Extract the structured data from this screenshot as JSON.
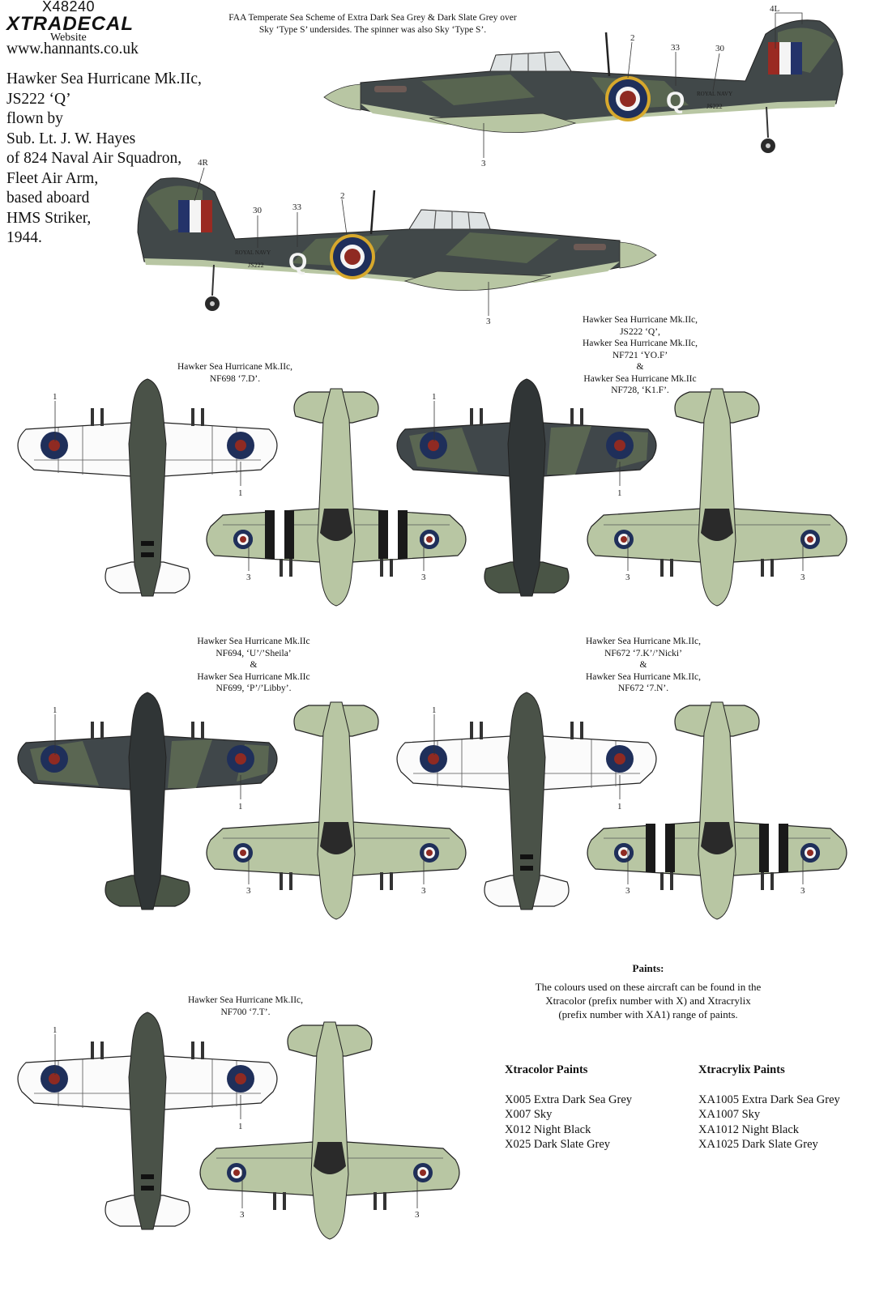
{
  "logo": {
    "kit_number": "X48240",
    "brand": "XTRADECAL",
    "website_label": "Website",
    "url": "www.hannants.co.uk"
  },
  "scheme_note": [
    "FAA Temperate Sea Scheme of Extra Dark Sea Grey & Dark Slate Grey over",
    "Sky ‘Type S’ undersides. The spinner was also Sky ‘Type S’."
  ],
  "intro": [
    "Hawker Sea Hurricane Mk.IIc,",
    "JS222 ‘Q’",
    "flown by",
    "Sub. Lt. J. W. Hayes",
    "of 824 Naval Air Squadron,",
    "Fleet Air Arm,",
    "based aboard",
    "HMS Striker,",
    "1944."
  ],
  "side_markings": {
    "code_letter": "Q",
    "royal_navy": "ROYAL NAVY",
    "serial": "JS222"
  },
  "callouts": {
    "upper_roundel": "1",
    "side_roundel": "2",
    "under_roundel": "3",
    "fin_flash_left": "4L",
    "fin_flash_right": "4R",
    "serial": "30",
    "code_letter": "33"
  },
  "captions": {
    "nf698": [
      "Hawker Sea Hurricane Mk.IIc,",
      "NF698 ‘7.D’."
    ],
    "js222_group": [
      "Hawker Sea Hurricane Mk.IIc,",
      "JS222 ‘Q’,",
      "Hawker Sea Hurricane Mk.IIc,",
      "NF721 ‘YO.F’",
      "&",
      "Hawker Sea Hurricane Mk.IIc",
      "NF728, ‘K1.F’."
    ],
    "nf694_group": [
      "Hawker Sea Hurricane Mk.IIc",
      "NF694, ‘U’/’Sheila’",
      "&",
      "Hawker Sea Hurricane Mk.IIc",
      "NF699, ‘P’/’Libby’."
    ],
    "nf672_group": [
      "Hawker Sea Hurricane Mk.IIc,",
      "NF672 ‘7.K’/’Nicki’",
      "&",
      "Hawker Sea Hurricane Mk.IIc,",
      "NF672 ‘7.N’."
    ],
    "nf700": [
      "Hawker Sea Hurricane Mk.IIc,",
      "NF700 ‘7.T’."
    ]
  },
  "paints": {
    "title": "Paints:",
    "text": [
      "The colours used on these aircraft can be found in the",
      "Xtracolor (prefix number with X) and Xtracrylix",
      "(prefix number with XA1) range of paints."
    ],
    "xtracolor": {
      "heading": "Xtracolor Paints",
      "items": [
        "X005 Extra Dark Sea Grey",
        "X007 Sky",
        "X012 Night Black",
        "X025 Dark Slate Grey"
      ]
    },
    "xtracrylix": {
      "heading": "Xtracrylix Paints",
      "items": [
        "XA1005 Extra Dark Sea Grey",
        "XA1007 Sky",
        "XA1012 Night Black",
        "XA1025 Dark Slate Grey"
      ]
    }
  },
  "colors": {
    "extra_dark_sea_grey": "#3f4548",
    "dark_slate_grey": "#4d5a45",
    "sky": "#b8c6a3",
    "night_black": "#1c1c1c",
    "roundel_blue": "#1f2f5a",
    "roundel_red": "#8f2a22",
    "roundel_yellow": "#d7a82c"
  }
}
